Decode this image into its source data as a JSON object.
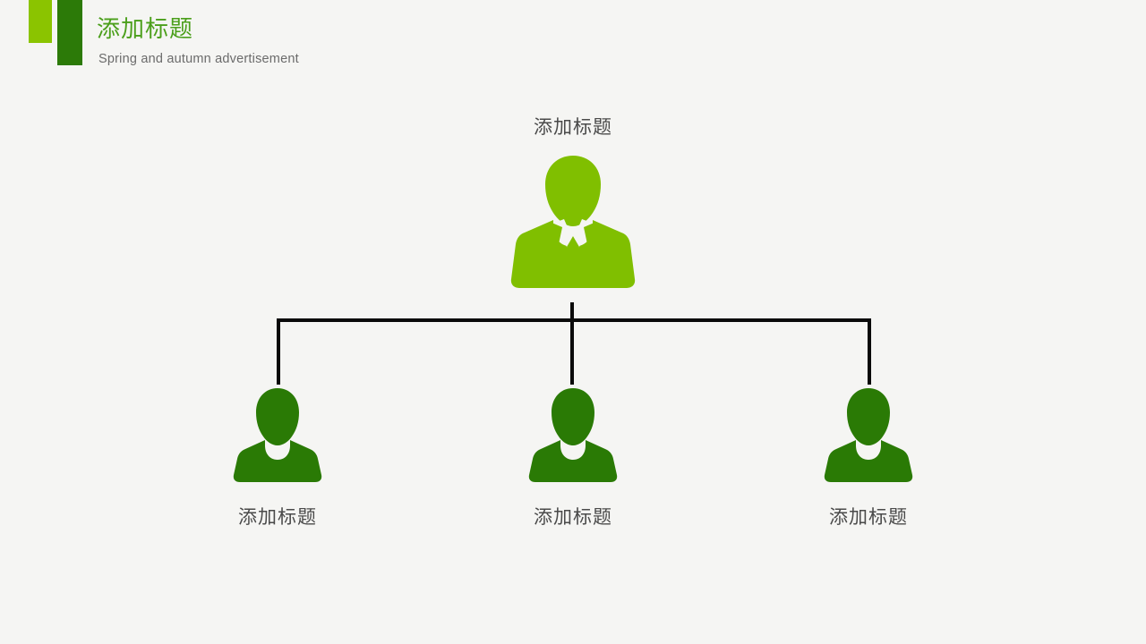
{
  "page": {
    "background_color": "#f5f5f3"
  },
  "header": {
    "title": "添加标题",
    "subtitle": "Spring and autumn advertisement",
    "title_color": "#4b9f1b",
    "accent_light": "#8bc400",
    "accent_dark": "#2c7a08"
  },
  "org_chart": {
    "root": {
      "label": "添加标题",
      "icon": "businessman-suit-icon",
      "icon_color": "#80bf00"
    },
    "connector_color": "#0a0a0a",
    "children": [
      {
        "label": "添加标题",
        "icon": "person-silhouette-icon",
        "icon_color": "#2a7a05"
      },
      {
        "label": "添加标题",
        "icon": "person-silhouette-icon",
        "icon_color": "#2a7a05"
      },
      {
        "label": "添加标题",
        "icon": "person-silhouette-icon",
        "icon_color": "#2a7a05"
      }
    ]
  }
}
